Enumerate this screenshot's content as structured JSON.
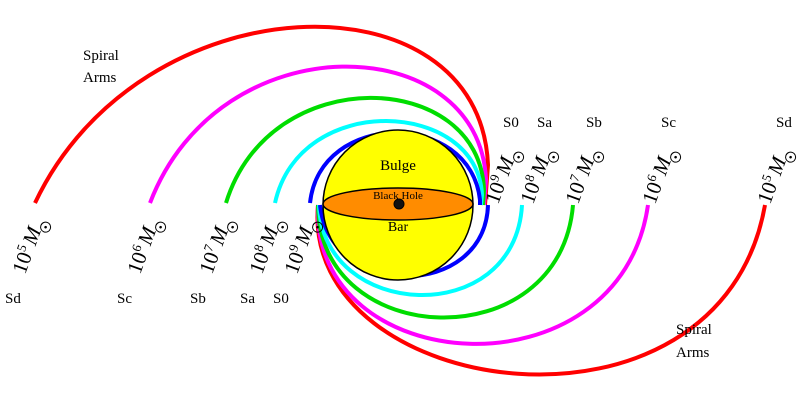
{
  "colors": {
    "Sd": "#ff0000",
    "Sc": "#ff00ff",
    "Sb": "#00dd00",
    "Sa": "#00ffff",
    "S0": "#0000ff",
    "bulge": "#ffff00",
    "bar": "#ff8c00"
  },
  "hub": {
    "bulge_label": "Bulge",
    "black_hole_label": "Black Hole",
    "bar_label": "Bar"
  },
  "arm_labels": {
    "upper_left": {
      "line1": "Spiral",
      "line2": "Arms"
    },
    "lower_right": {
      "line1": "Spiral",
      "line2": "Arms"
    }
  },
  "classes_left": [
    {
      "type": "Sd",
      "mass_base": "10",
      "mass_exp": "5",
      "mass_sym": "M"
    },
    {
      "type": "Sc",
      "mass_base": "10",
      "mass_exp": "6",
      "mass_sym": "M"
    },
    {
      "type": "Sb",
      "mass_base": "10",
      "mass_exp": "7",
      "mass_sym": "M"
    },
    {
      "type": "Sa",
      "mass_base": "10",
      "mass_exp": "8",
      "mass_sym": "M"
    },
    {
      "type": "S0",
      "mass_base": "10",
      "mass_exp": "9",
      "mass_sym": "M"
    }
  ],
  "classes_right": [
    {
      "type": "S0",
      "mass_base": "10",
      "mass_exp": "9",
      "mass_sym": "M"
    },
    {
      "type": "Sa",
      "mass_base": "10",
      "mass_exp": "8",
      "mass_sym": "M"
    },
    {
      "type": "Sb",
      "mass_base": "10",
      "mass_exp": "7",
      "mass_sym": "M"
    },
    {
      "type": "Sc",
      "mass_base": "10",
      "mass_exp": "6",
      "mass_sym": "M"
    },
    {
      "type": "Sd",
      "mass_base": "10",
      "mass_exp": "5",
      "mass_sym": "M"
    }
  ]
}
